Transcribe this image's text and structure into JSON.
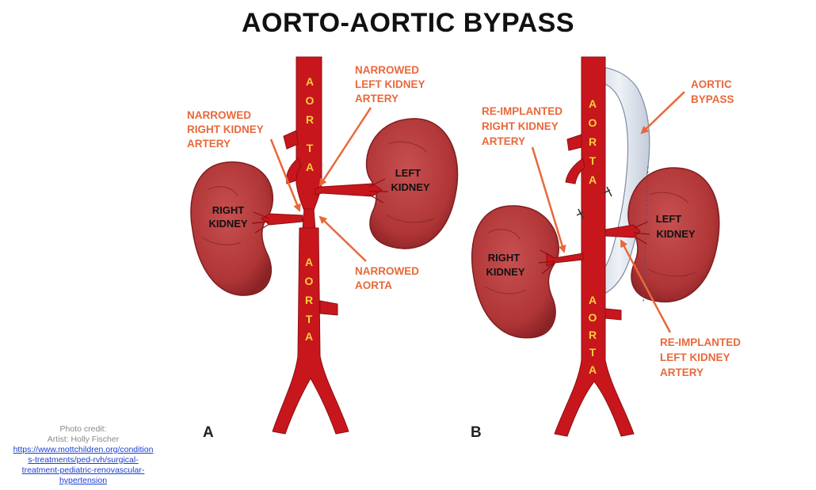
{
  "title": "AORTO-AORTIC BYPASS",
  "colors": {
    "vessel": "#c8161d",
    "vessel_dark": "#8e0e13",
    "kidney": "#b83a3a",
    "kidney_dark": "#7d1f22",
    "label_orange": "#e8683a",
    "aorta_letter": "#f5d03a",
    "bypass_graft": "#dde4ee"
  },
  "panel_a": {
    "letter": "A",
    "aorta_upper_letters": [
      "A",
      "O",
      "R",
      "T",
      "A"
    ],
    "aorta_lower_letters": [
      "A",
      "O",
      "R",
      "T",
      "A"
    ],
    "narrowed_right_artery": [
      "NARROWED",
      "RIGHT KIDNEY",
      "ARTERY"
    ],
    "narrowed_left_artery": [
      "NARROWED",
      "LEFT KIDNEY",
      "ARTERY"
    ],
    "narrowed_aorta": [
      "NARROWED",
      "AORTA"
    ],
    "right_kidney": [
      "RIGHT",
      "KIDNEY"
    ],
    "left_kidney": [
      "LEFT",
      "KIDNEY"
    ]
  },
  "panel_b": {
    "letter": "B",
    "aorta_upper_letters": [
      "A",
      "O",
      "R",
      "T",
      "A"
    ],
    "aorta_lower_letters": [
      "A",
      "O",
      "R",
      "T",
      "A"
    ],
    "reimplanted_right_artery": [
      "RE-IMPLANTED",
      "RIGHT KIDNEY",
      "ARTERY"
    ],
    "aortic_bypass": [
      "AORTIC",
      "BYPASS"
    ],
    "reimplanted_left_artery": [
      "RE-IMPLANTED",
      "LEFT KIDNEY",
      "ARTERY"
    ],
    "right_kidney": [
      "RIGHT",
      "KIDNEY"
    ],
    "left_kidney": [
      "LEFT",
      "KIDNEY"
    ]
  },
  "credit": {
    "line1": "Photo credit:",
    "line2": "Artist: Holly Fischer",
    "link_lines": [
      "https://www.mottchildren.org/condition",
      "s-treatments/ped-rvh/surgical-",
      "treatment-pediatric-renovascular-",
      "hypertension"
    ]
  }
}
